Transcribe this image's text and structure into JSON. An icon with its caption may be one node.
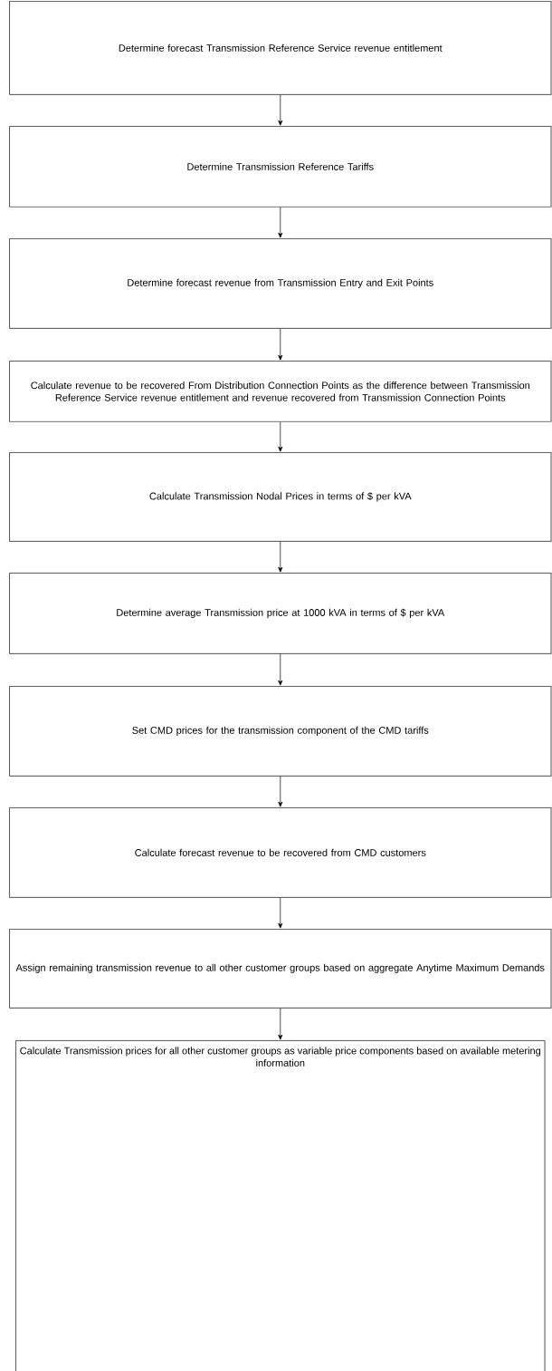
{
  "diagram": {
    "nodes": [
      {
        "text": [
          "Determine forecast Transmission Reference Service revenue entitlement"
        ]
      },
      {
        "text": [
          "Determine Transmission Reference Tariffs"
        ]
      },
      {
        "text": [
          "Determine forecast revenue from Transmission Entry and Exit Points"
        ]
      },
      {
        "text": [
          "Calculate revenue to be recovered From Distribution Connection Points as the difference between Transmission Reference Service revenue entitlement and revenue recovered from Transmission Connection Points"
        ]
      },
      {
        "text": [
          "Calculate Transmission Nodal Prices in terms of $ per kVA"
        ]
      },
      {
        "text": [
          "Determine average Transmission price at 1000 kVA in terms of $ per kVA"
        ]
      },
      {
        "text": [
          "Set CMD prices for the transmission component of the CMD tariffs"
        ]
      },
      {
        "text": [
          "Calculate forecast revenue to be recovered from CMD customers"
        ]
      },
      {
        "text": [
          "Assign remaining transmission revenue to all other customer groups based on aggregate Anytime Maximum Demands"
        ]
      },
      {
        "text": [
          "Calculate Transmission prices for all other customer groups as variable price components based on available metering information"
        ]
      }
    ],
    "edges": [
      {
        "from": 0,
        "to": 1,
        "arrow": "to"
      },
      {
        "from": 1,
        "to": 2,
        "arrow": "to"
      },
      {
        "from": 2,
        "to": 3,
        "arrow": "to"
      },
      {
        "from": 3,
        "to": 4,
        "arrow": "to"
      },
      {
        "from": 4,
        "to": 5,
        "arrow": "to"
      },
      {
        "from": 5,
        "to": 6,
        "arrow": "to"
      },
      {
        "from": 6,
        "to": 7,
        "arrow": "to"
      },
      {
        "from": 7,
        "to": 8,
        "arrow": "to"
      },
      {
        "from": 8,
        "to": 9,
        "arrow": "to"
      }
    ]
  }
}
